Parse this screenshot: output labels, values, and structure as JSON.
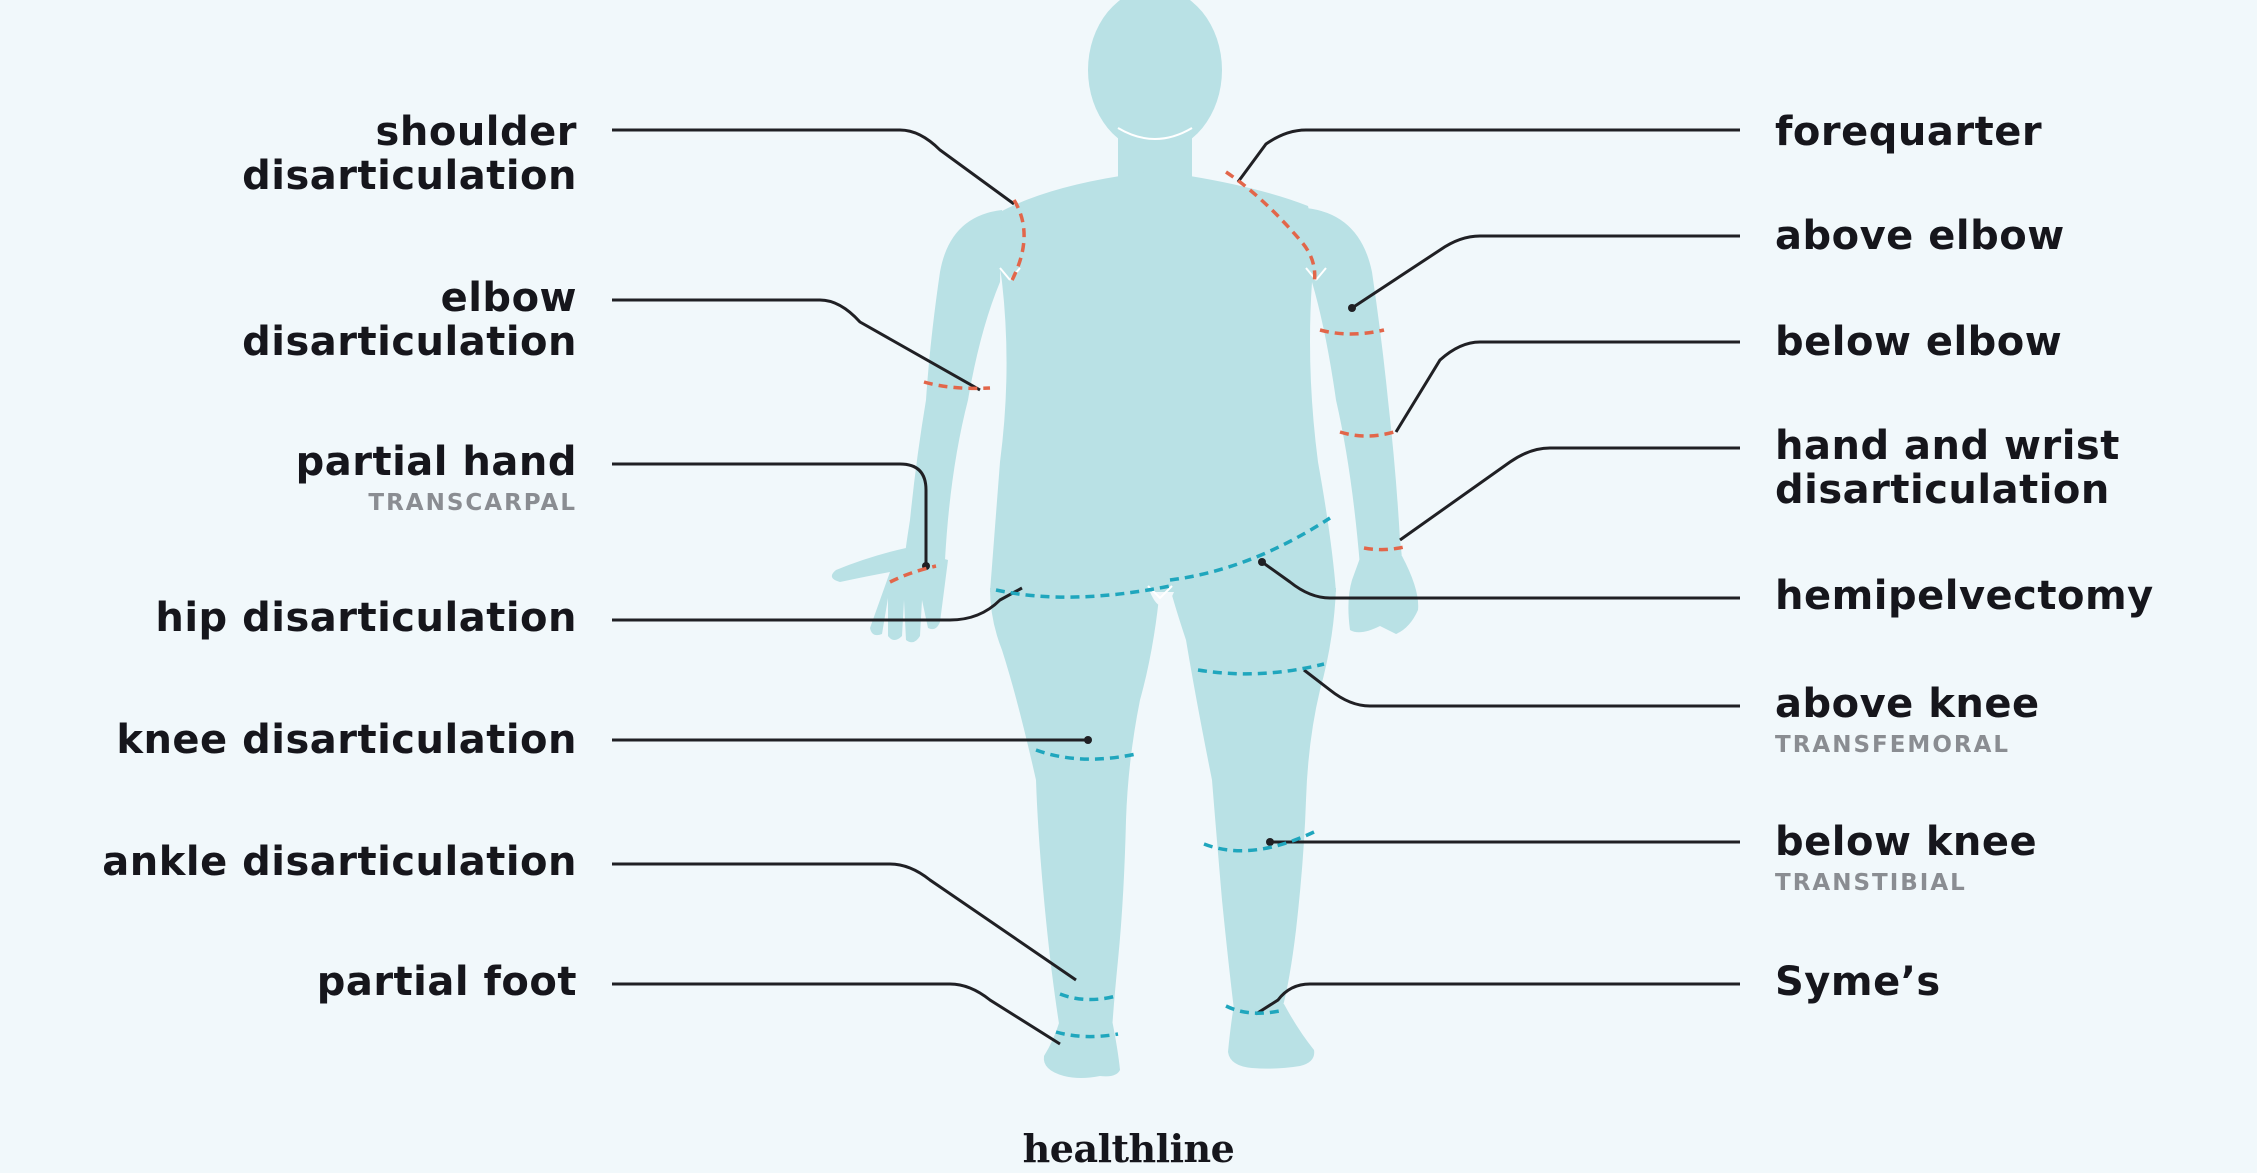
{
  "labels": {
    "shoulder_disarticulation": "shoulder\ndisarticulation",
    "elbow_disarticulation": "elbow\ndisarticulation",
    "partial_hand": "partial hand",
    "partial_hand_sub": "TRANSCARPAL",
    "hip_disarticulation": "hip disarticulation",
    "knee_disarticulation": "knee disarticulation",
    "ankle_disarticulation": "ankle disarticulation",
    "partial_foot": "partial foot",
    "forequarter": "forequarter",
    "above_elbow": "above elbow",
    "below_elbow": "below elbow",
    "hand_and_wrist_disarticulation": "hand and wrist\ndisarticulation",
    "hemipelvectomy": "hemipelvectomy",
    "above_knee": "above knee",
    "above_knee_sub": "TRANSFEMORAL",
    "below_knee": "below knee",
    "below_knee_sub": "TRANSTIBIAL",
    "symes": "Syme’s"
  },
  "brand": "healthline",
  "colors": {
    "background": "#f1f8fb",
    "body": "#b9e1e5",
    "upper_cut": "#e2664a",
    "lower_cut": "#1fa6bd",
    "leader_line": "#202024"
  }
}
